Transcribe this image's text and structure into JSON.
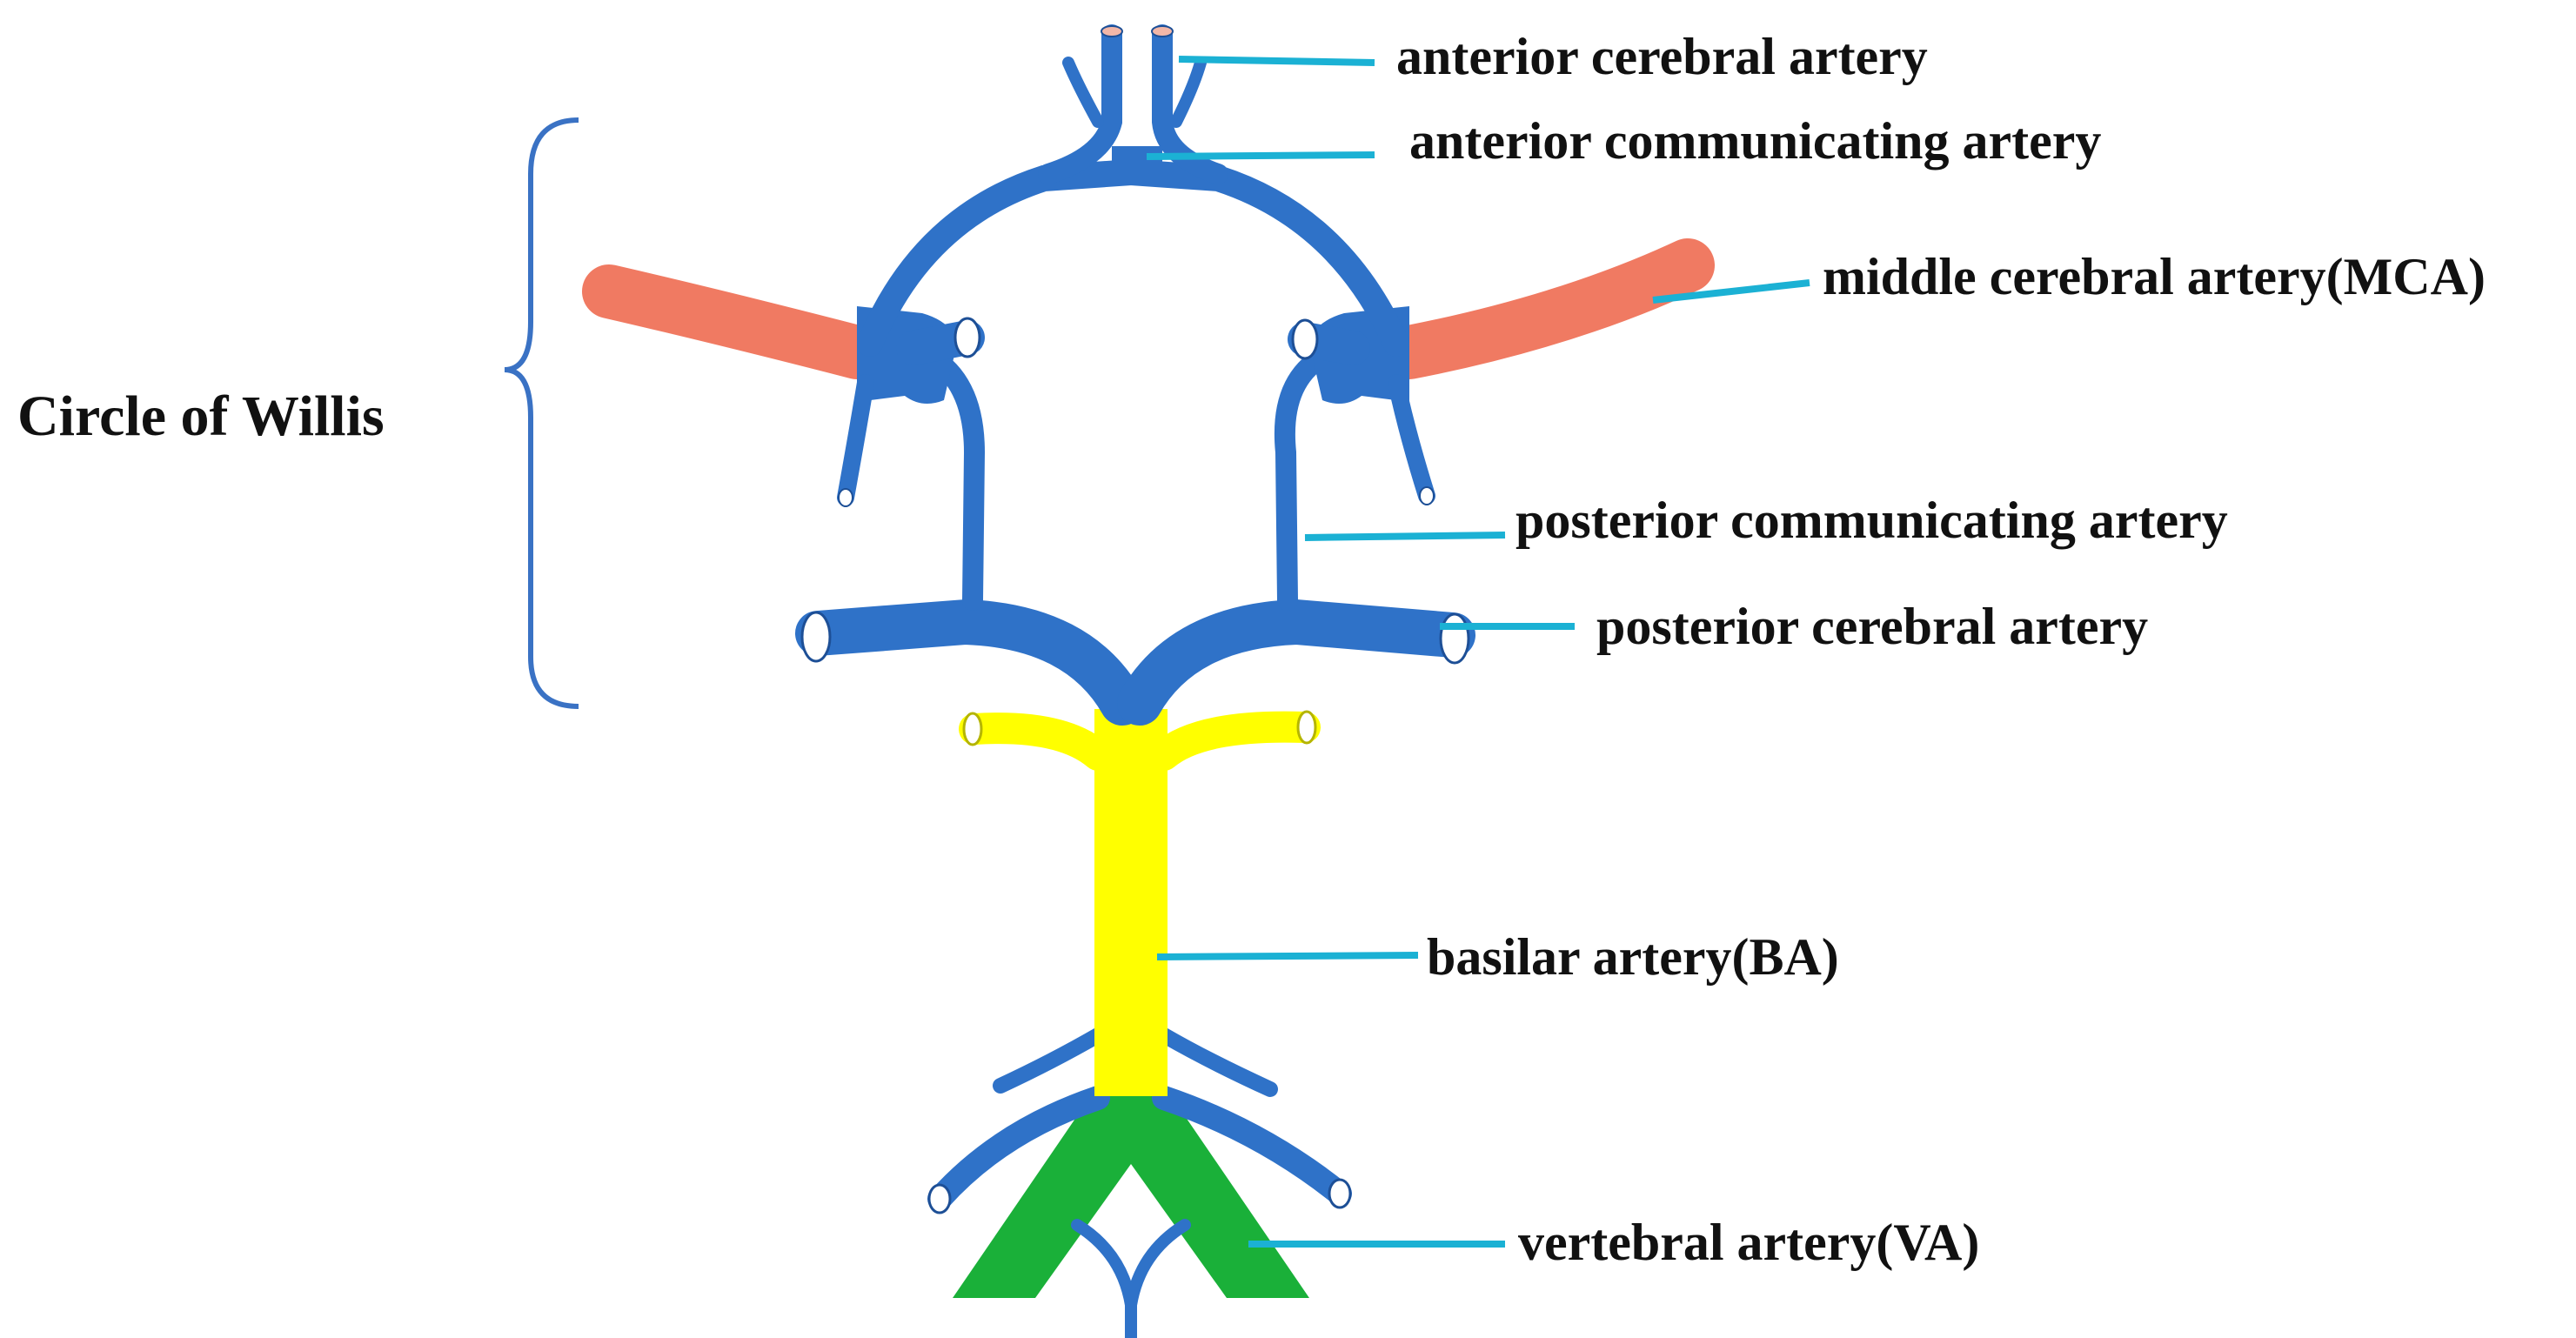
{
  "colors": {
    "vessel": "#2f72c8",
    "vessel_edge": "#1d4f96",
    "mca": "#f07a62",
    "basilar": "#ffff00",
    "vertebral": "#1ab039",
    "leader": "#1bb1d4",
    "bracket": "#3a72c4"
  },
  "labels": {
    "circle_of_willis": "Circle of Willis",
    "anterior_cerebral": "anterior cerebral artery",
    "anterior_communicating": "anterior communicating artery",
    "middle_cerebral": "middle cerebral artery(MCA)",
    "posterior_communicating": "posterior communicating artery",
    "posterior_cerebral": "posterior cerebral artery",
    "basilar": "basilar artery(BA)",
    "vertebral": "vertebral artery(VA)"
  }
}
